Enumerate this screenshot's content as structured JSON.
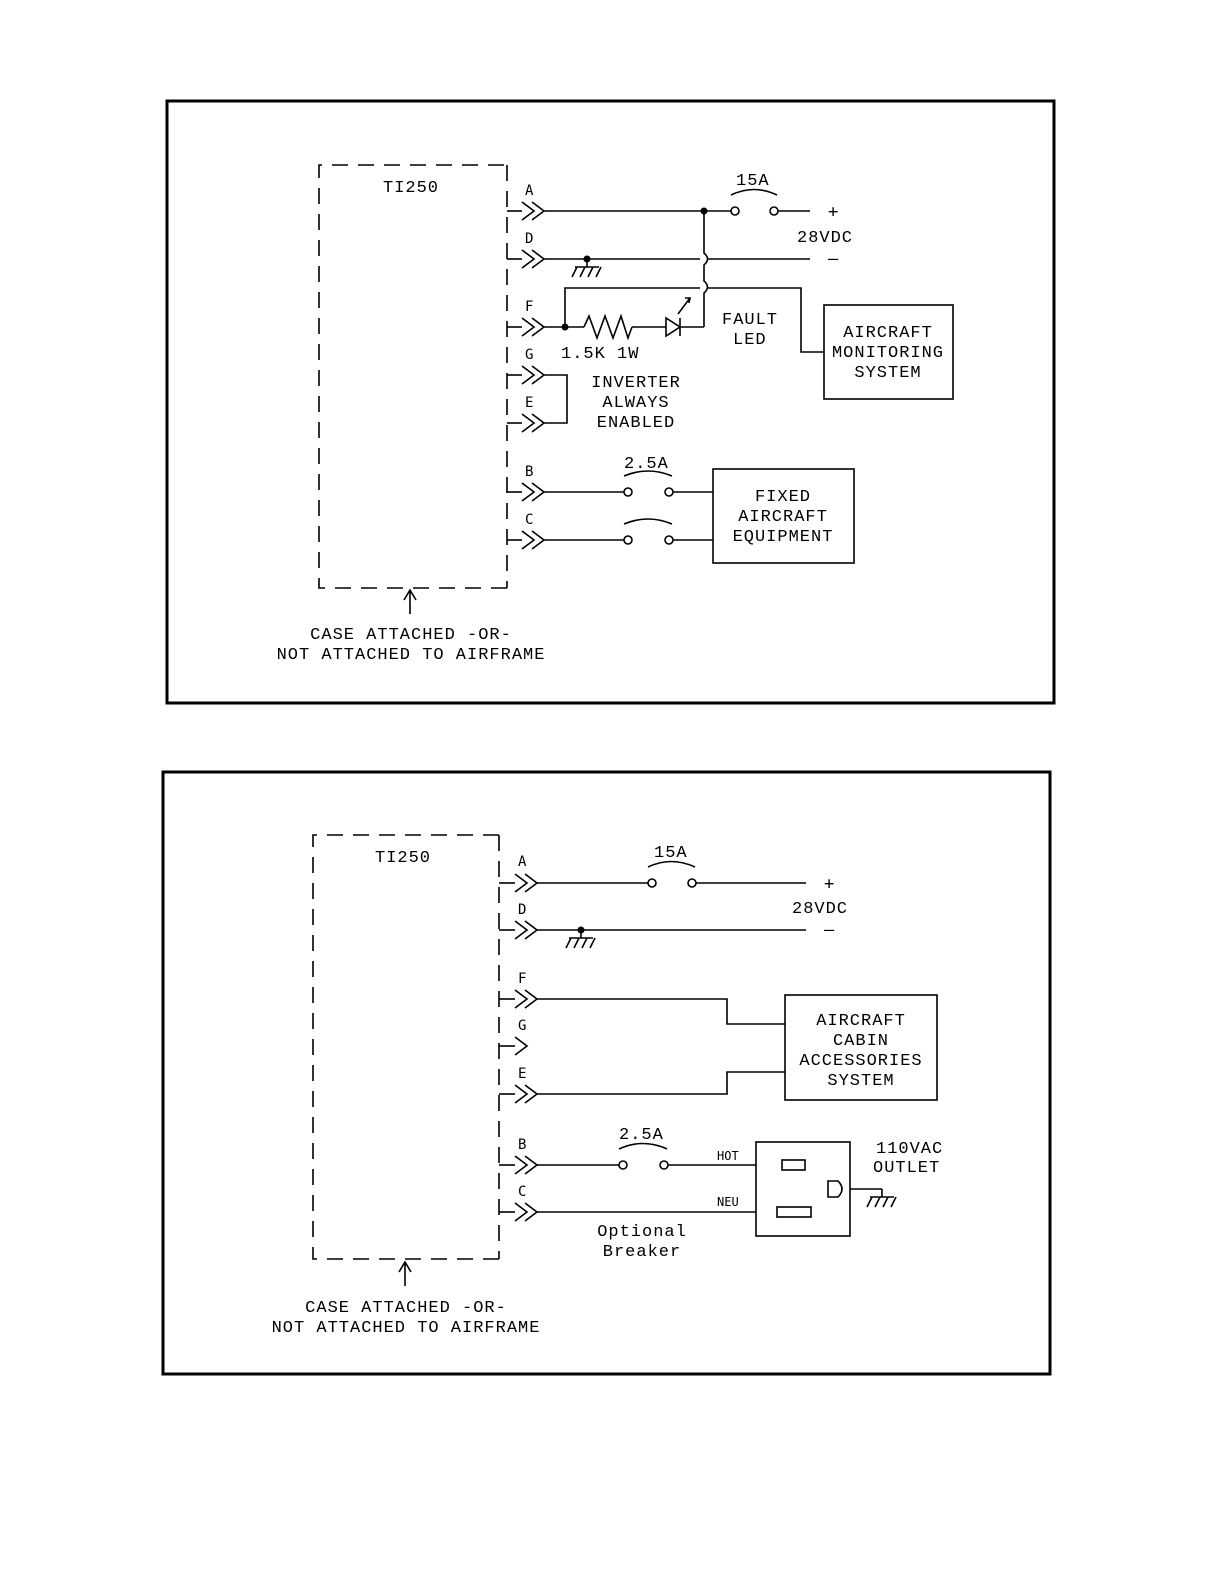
{
  "diagram1": {
    "unit_label": "TI250",
    "pins": [
      "A",
      "D",
      "F",
      "G",
      "E",
      "B",
      "C"
    ],
    "breaker_15a": "15A",
    "plus": "+",
    "minus": "–",
    "voltage": "28VDC",
    "resistor": "1.5K 1W",
    "fault_led": [
      "FAULT",
      "LED"
    ],
    "monitoring": [
      "AIRCRAFT",
      "MONITORING",
      "SYSTEM"
    ],
    "inverter": [
      "INVERTER",
      "ALWAYS",
      "ENABLED"
    ],
    "breaker_2_5a": "2.5A",
    "fixed_equipment": [
      "FIXED",
      "AIRCRAFT",
      "EQUIPMENT"
    ],
    "case_note": [
      "CASE ATTACHED -OR-",
      "NOT ATTACHED TO AIRFRAME"
    ]
  },
  "diagram2": {
    "unit_label": "TI250",
    "pins": [
      "A",
      "D",
      "F",
      "G",
      "E",
      "B",
      "C"
    ],
    "breaker_15a": "15A",
    "plus": "+",
    "minus": "–",
    "voltage": "28VDC",
    "cabin": [
      "AIRCRAFT",
      "CABIN",
      "ACCESSORIES",
      "SYSTEM"
    ],
    "breaker_2_5a": "2.5A",
    "hot": "HOT",
    "neu": "NEU",
    "outlet": [
      "110VAC",
      "OUTLET"
    ],
    "optional": [
      "Optional",
      "Breaker"
    ],
    "case_note": [
      "CASE ATTACHED -OR-",
      "NOT ATTACHED TO AIRFRAME"
    ]
  }
}
